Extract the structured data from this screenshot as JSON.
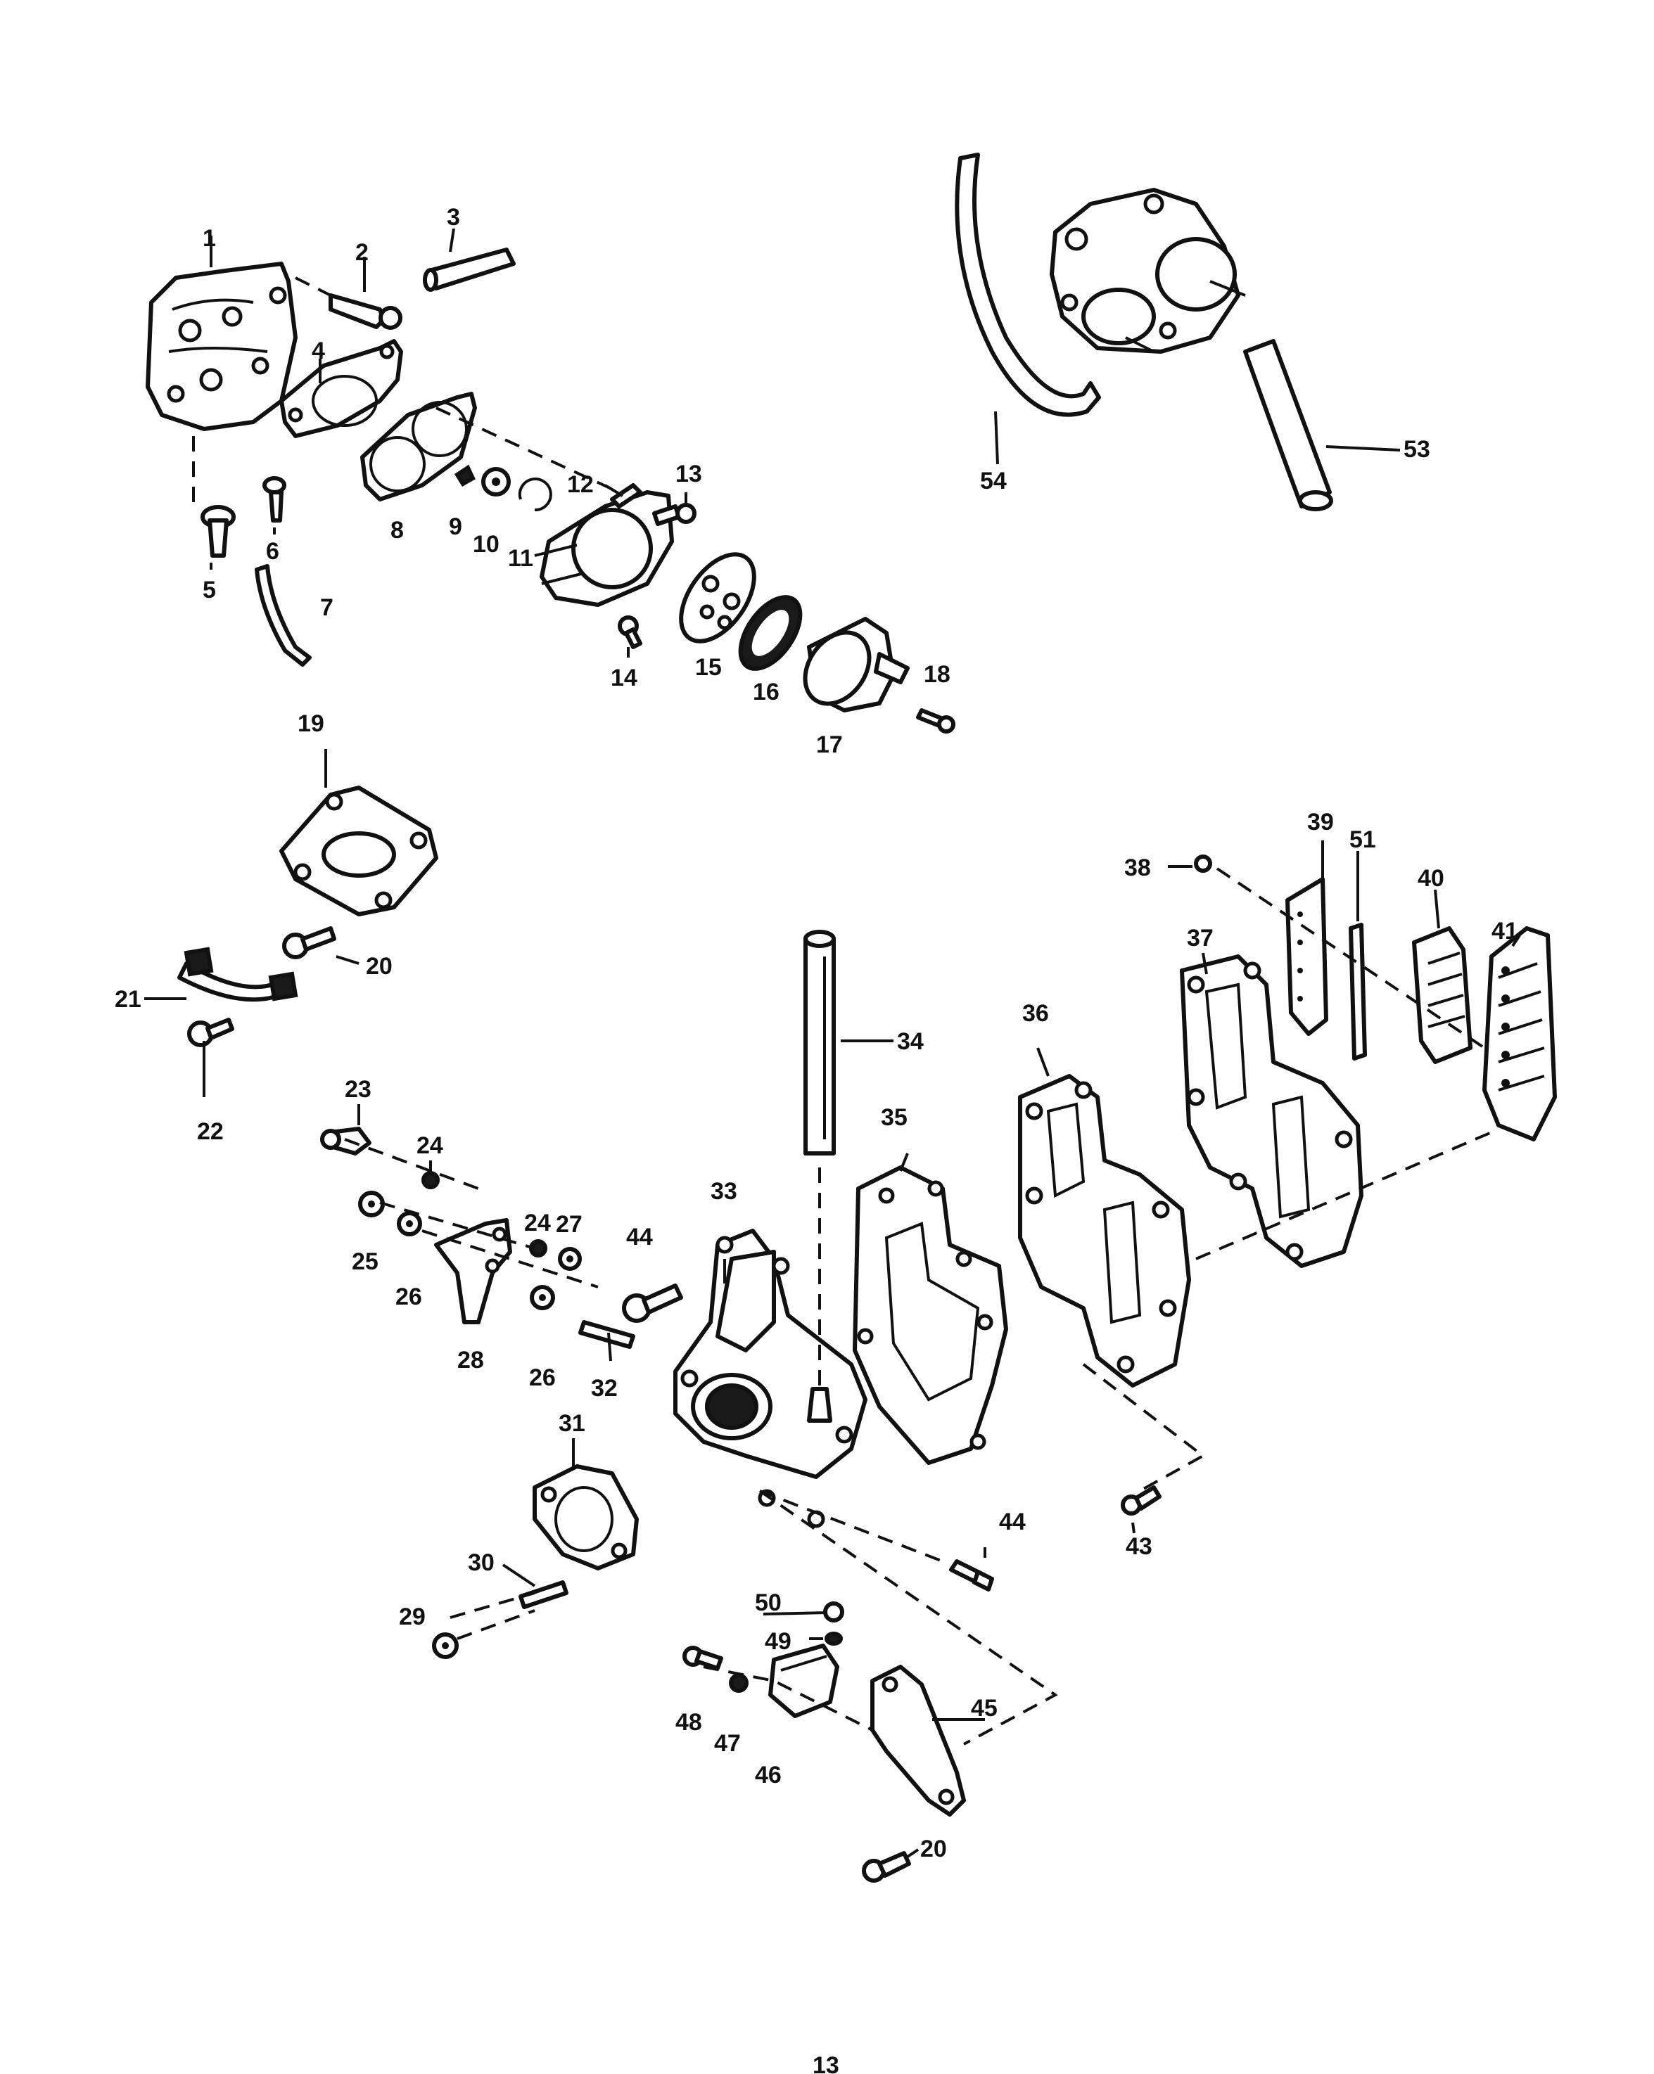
{
  "page": {
    "footer_number": "13"
  },
  "callouts": [
    {
      "id": "1",
      "text": "1"
    },
    {
      "id": "2",
      "text": "2"
    },
    {
      "id": "3",
      "text": "3"
    },
    {
      "id": "4",
      "text": "4"
    },
    {
      "id": "5",
      "text": "5"
    },
    {
      "id": "6",
      "text": "6"
    },
    {
      "id": "7",
      "text": "7"
    },
    {
      "id": "8",
      "text": "8"
    },
    {
      "id": "9",
      "text": "9"
    },
    {
      "id": "10",
      "text": "10"
    },
    {
      "id": "11",
      "text": "11"
    },
    {
      "id": "12",
      "text": "12"
    },
    {
      "id": "13",
      "text": "13"
    },
    {
      "id": "14",
      "text": "14"
    },
    {
      "id": "15",
      "text": "15"
    },
    {
      "id": "16",
      "text": "16"
    },
    {
      "id": "17",
      "text": "17"
    },
    {
      "id": "18",
      "text": "18"
    },
    {
      "id": "19",
      "text": "19"
    },
    {
      "id": "20a",
      "text": "20"
    },
    {
      "id": "21",
      "text": "21"
    },
    {
      "id": "22",
      "text": "22"
    },
    {
      "id": "23",
      "text": "23"
    },
    {
      "id": "24a",
      "text": "24"
    },
    {
      "id": "24b",
      "text": "24"
    },
    {
      "id": "25",
      "text": "25"
    },
    {
      "id": "26a",
      "text": "26"
    },
    {
      "id": "26b",
      "text": "26"
    },
    {
      "id": "27",
      "text": "27"
    },
    {
      "id": "28",
      "text": "28"
    },
    {
      "id": "29",
      "text": "29"
    },
    {
      "id": "30",
      "text": "30"
    },
    {
      "id": "31",
      "text": "31"
    },
    {
      "id": "32",
      "text": "32"
    },
    {
      "id": "33",
      "text": "33"
    },
    {
      "id": "34",
      "text": "34"
    },
    {
      "id": "35",
      "text": "35"
    },
    {
      "id": "36",
      "text": "36"
    },
    {
      "id": "37",
      "text": "37"
    },
    {
      "id": "38",
      "text": "38"
    },
    {
      "id": "39",
      "text": "39"
    },
    {
      "id": "40",
      "text": "40"
    },
    {
      "id": "41",
      "text": "41"
    },
    {
      "id": "43",
      "text": "43"
    },
    {
      "id": "44a",
      "text": "44"
    },
    {
      "id": "44b",
      "text": "44"
    },
    {
      "id": "45",
      "text": "45"
    },
    {
      "id": "46",
      "text": "46"
    },
    {
      "id": "47",
      "text": "47"
    },
    {
      "id": "48",
      "text": "48"
    },
    {
      "id": "49",
      "text": "49"
    },
    {
      "id": "50",
      "text": "50"
    },
    {
      "id": "51",
      "text": "51"
    },
    {
      "id": "53",
      "text": "53"
    },
    {
      "id": "54",
      "text": "54"
    },
    {
      "id": "20b",
      "text": "20"
    },
    {
      "id": "20c",
      "text": "20"
    }
  ]
}
